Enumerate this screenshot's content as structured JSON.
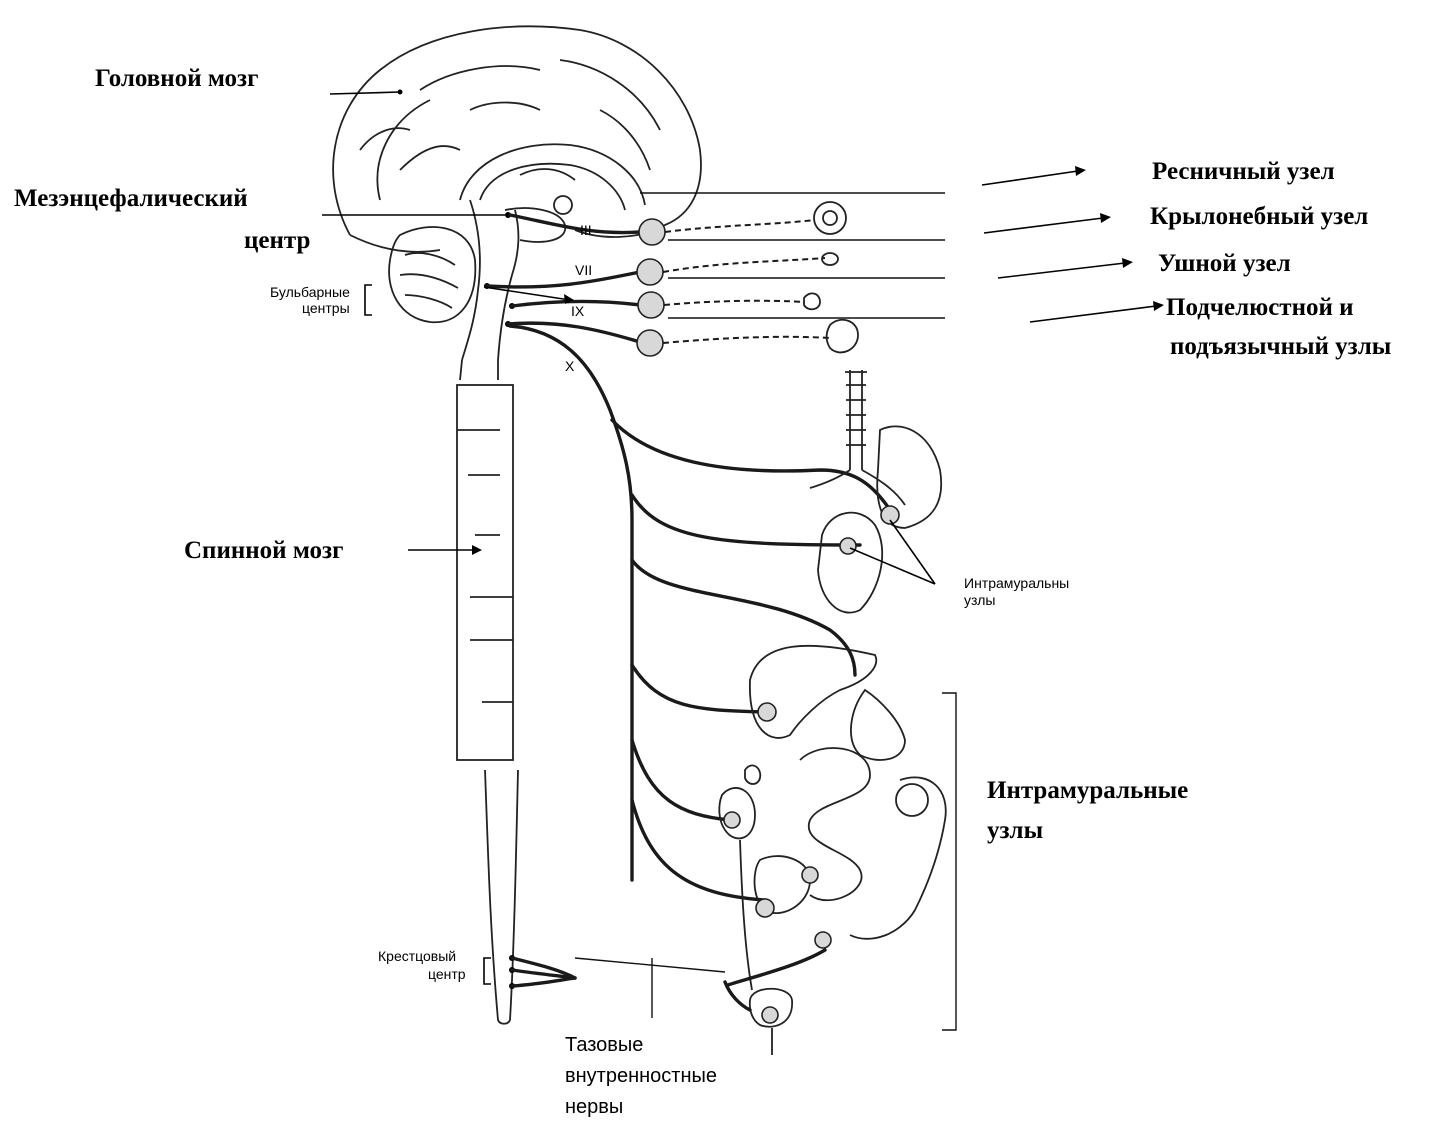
{
  "labels": {
    "brain": "Головной мозг",
    "mesencephalic_1": "Мезэнцефалический",
    "mesencephalic_2": "центр",
    "bulbar_1": "Бульбарные",
    "bulbar_2": "центры",
    "spinal_cord": "Спинной мозг",
    "sacral_1": "Крестцовый",
    "sacral_2": "центр",
    "pelvic_1": "Тазовые",
    "pelvic_2": "внутренностные",
    "pelvic_3": "нервы",
    "ciliary": "Ресничный узел",
    "pterygopalatine": "Крылонебный узел",
    "otic": "Ушной узел",
    "submandibular_1": "Подчелюстной и",
    "submandibular_2": "подъязычный узлы",
    "intramural_small_1": "Интрамуральны",
    "intramural_small_2": "узлы",
    "intramural_big_1": "Интрамуральные",
    "intramural_big_2": "узлы"
  },
  "nerves": {
    "III": "III",
    "VII": "VII",
    "IX": "IX",
    "X": "X"
  }
}
